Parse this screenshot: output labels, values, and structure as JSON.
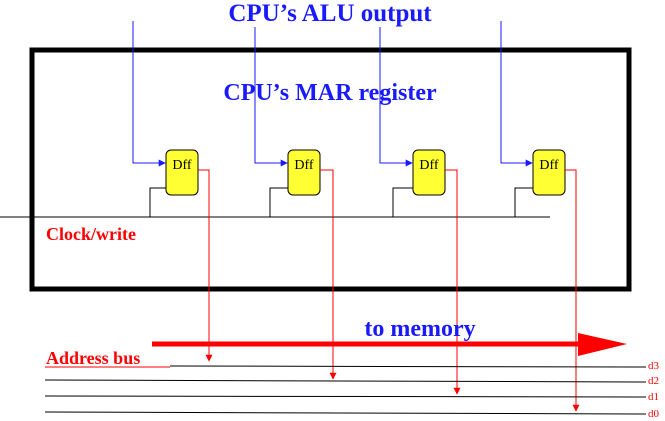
{
  "diagram": {
    "title": "CPU’s ALU output",
    "register_label": "CPU’s MAR register",
    "clock_label": "Clock/write",
    "to_memory_label": "to memory",
    "address_bus_label": "Address bus",
    "flipflops": [
      {
        "label": "Dff"
      },
      {
        "label": "Dff"
      },
      {
        "label": "Dff"
      },
      {
        "label": "Dff"
      }
    ],
    "bus_lines": [
      {
        "label": "d3"
      },
      {
        "label": "d2"
      },
      {
        "label": "d1"
      },
      {
        "label": "d0"
      }
    ],
    "colors": {
      "blue_text": "#1a1aff",
      "red": "#ff0000",
      "dff_fill": "#ffff33",
      "black": "#000000"
    }
  }
}
